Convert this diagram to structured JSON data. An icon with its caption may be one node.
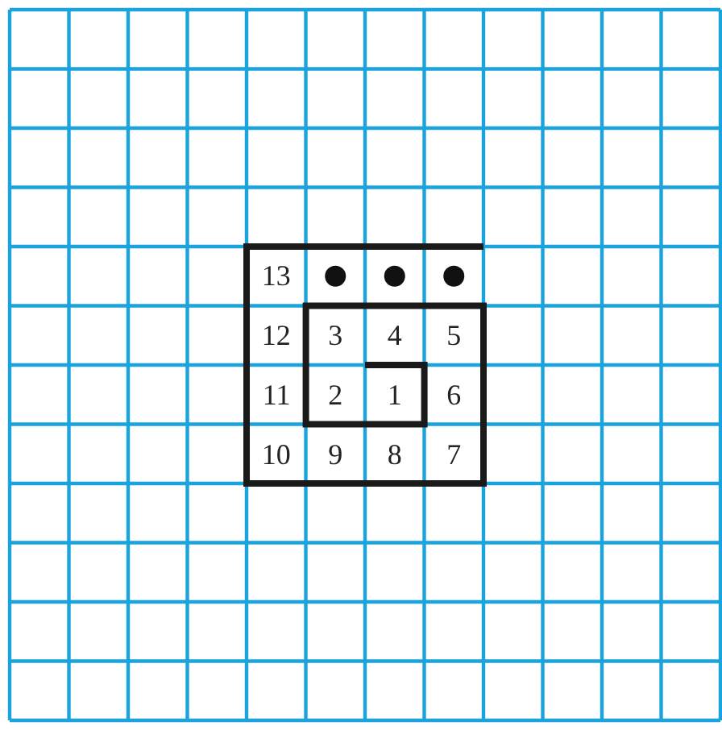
{
  "diagram": {
    "labels": [
      "13",
      "12",
      "3",
      "4",
      "5",
      "11",
      "2",
      "1",
      "6",
      "10",
      "9",
      "8",
      "7"
    ]
  }
}
